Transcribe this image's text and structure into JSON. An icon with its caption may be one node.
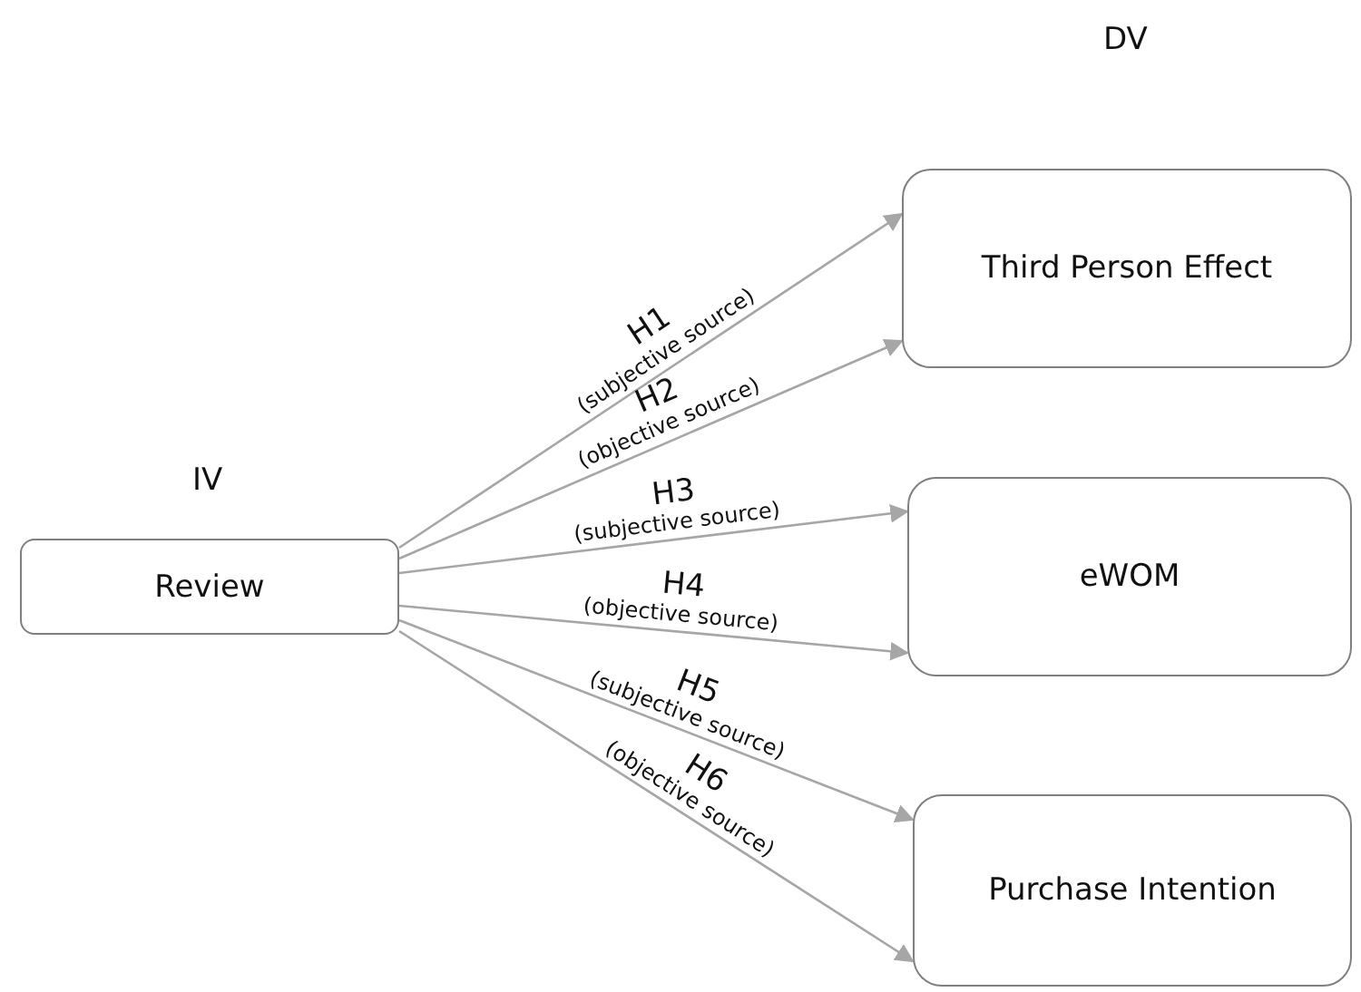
{
  "diagram": {
    "nodes": [
      {
        "text": [
          "Review"
        ],
        "beside": [
          "IV"
        ]
      },
      {
        "text": [
          "Third Person Effect"
        ]
      },
      {
        "text": [
          "eWOM"
        ]
      },
      {
        "text": [
          "Purchase Intention"
        ]
      }
    ],
    "edges": [
      {
        "from": 0,
        "to": 1,
        "arrow": "to",
        "label": "H1 (subjective source)"
      },
      {
        "from": 0,
        "to": 1,
        "arrow": "to",
        "label": "H2 (objective source)"
      },
      {
        "from": 0,
        "to": 2,
        "arrow": "to",
        "label": "H3 (subjective source)"
      },
      {
        "from": 0,
        "to": 2,
        "arrow": "to",
        "label": "H4 (objective source)"
      },
      {
        "from": 0,
        "to": 3,
        "arrow": "to",
        "label": "H5 (subjective source)"
      },
      {
        "from": 0,
        "to": 3,
        "arrow": "to",
        "label": "H6 (objective source)"
      }
    ],
    "labels": [
      "DV"
    ]
  }
}
